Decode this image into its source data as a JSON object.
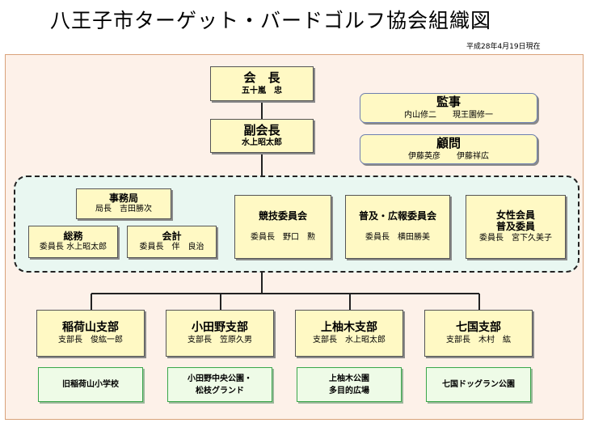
{
  "title": "八王子市ターゲット・バードゴルフ協会組織図",
  "date": "平成28年4月19日現在",
  "president": {
    "role": "会　長",
    "name": "五十嵐　忠"
  },
  "vice_president": {
    "role": "副会長",
    "name": "水上昭太郎"
  },
  "auditor": {
    "role": "監事",
    "names": "内山修二　　現王園修一"
  },
  "advisor": {
    "role": "顧問",
    "names": "伊藤英彦　　伊藤祥広"
  },
  "secretariat": {
    "role": "事務局",
    "name": "局長　吉田勝次"
  },
  "general_affairs": {
    "role": "総務",
    "name": "委員長 水上昭太郎"
  },
  "accounting": {
    "role": "会計",
    "name": "委員長　伴　良治"
  },
  "committees": [
    {
      "role": "競技委員会",
      "name": "委員長　野口　勲"
    },
    {
      "role": "普及・広報委員会",
      "name": "委員長　横田勝美"
    },
    {
      "role_line1": "女性会員",
      "role_line2": "普及委員",
      "name": "委員長　宮下久美子"
    }
  ],
  "branches": [
    {
      "name": "稲荷山支部",
      "head": "支部長　俊紘一郎",
      "venue_line1": "旧稲荷山小学校",
      "venue_line2": ""
    },
    {
      "name": "小田野支部",
      "head": "支部長　笠原久男",
      "venue_line1": "小田野中央公園・",
      "venue_line2": "松枝グランド"
    },
    {
      "name": "上柚木支部",
      "head": "支部長　水上昭太郎",
      "venue_line1": "上柚木公園",
      "venue_line2": "多目的広場"
    },
    {
      "name": "七国支部",
      "head": "支部長　木村　紘",
      "venue_line1": "七国ドッグラン公園",
      "venue_line2": ""
    }
  ]
}
